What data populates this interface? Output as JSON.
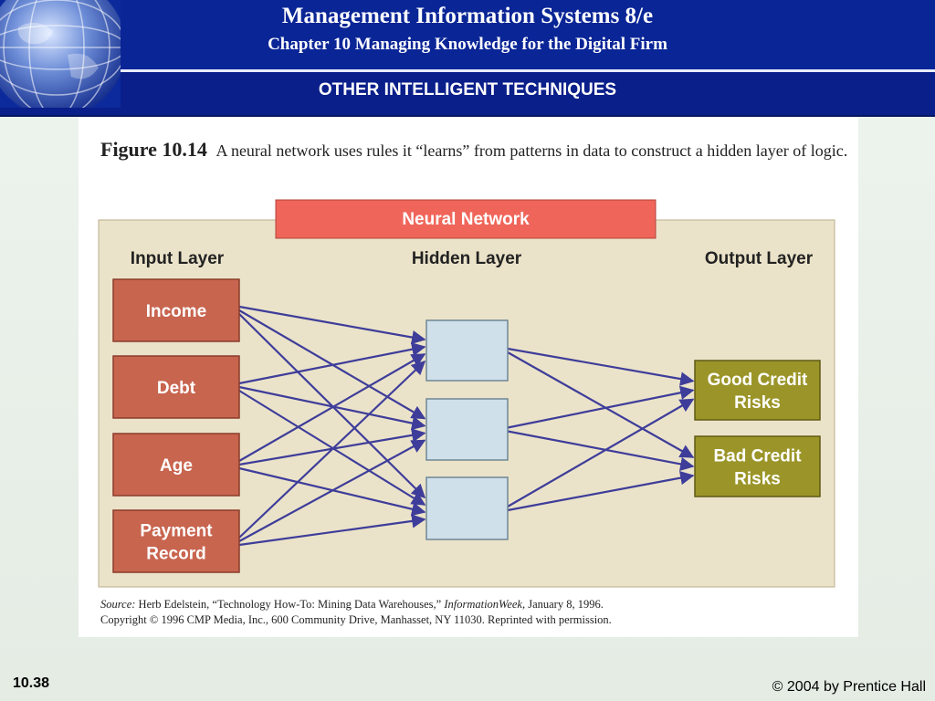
{
  "header": {
    "title": "Management Information Systems 8/e",
    "subtitle": "Chapter 10 Managing Knowledge for the Digital Firm",
    "section": "OTHER INTELLIGENT TECHNIQUES"
  },
  "figure": {
    "label": "Figure 10.14",
    "caption": "A neural network uses rules it “learns” from patterns in data to construct a hidden layer of logic."
  },
  "diagram": {
    "banner": "Neural Network",
    "input_layer_label": "Input Layer",
    "hidden_layer_label": "Hidden Layer",
    "output_layer_label": "Output Layer",
    "inputs": [
      "Income",
      "Debt",
      "Age",
      "Payment Record"
    ],
    "outputs": [
      "Good Credit Risks",
      "Bad Credit Risks"
    ],
    "hidden_count": 3,
    "colors": {
      "panel": "#ebe3c9",
      "banner": "#f0655a",
      "input": "#c8654f",
      "hidden": "#cfe0ea",
      "output": "#9b9529",
      "edge": "#3e3d9a"
    }
  },
  "source": {
    "label": "Source:",
    "text_a": "Herb Edelstein, “Technology How-To: Mining Data Warehouses,”",
    "publication": "InformationWeek,",
    "text_b": "January 8, 1996.",
    "copyright": "Copyright © 1996 CMP Media, Inc., 600 Community Drive, Manhasset, NY 11030. Reprinted with permission."
  },
  "footer": {
    "slide_number": "10.38",
    "copyright": "© 2004 by Prentice Hall"
  }
}
